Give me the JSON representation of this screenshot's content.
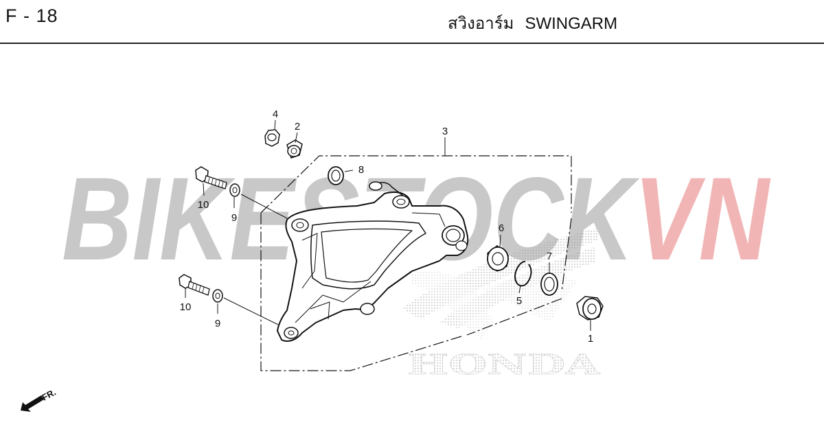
{
  "header": {
    "page_code": "F - 18",
    "title_thai": "สวิงอาร์ม",
    "title_en": "SWINGARM"
  },
  "watermark": {
    "text_main": "BIKESTOCK",
    "text_accent": "VN",
    "main_color": "#c8c8c8",
    "accent_color": "#f2b5b5"
  },
  "brand_watermark": {
    "text": "HONDA"
  },
  "callouts": [
    "1",
    "2",
    "3",
    "4",
    "5",
    "6",
    "7",
    "8",
    "9",
    "9",
    "10",
    "10"
  ],
  "front_indicator": {
    "label": "FR.",
    "icon": "front-direction-arrow-icon"
  },
  "colors": {
    "line": "#111111",
    "header_rule": "#222222"
  }
}
